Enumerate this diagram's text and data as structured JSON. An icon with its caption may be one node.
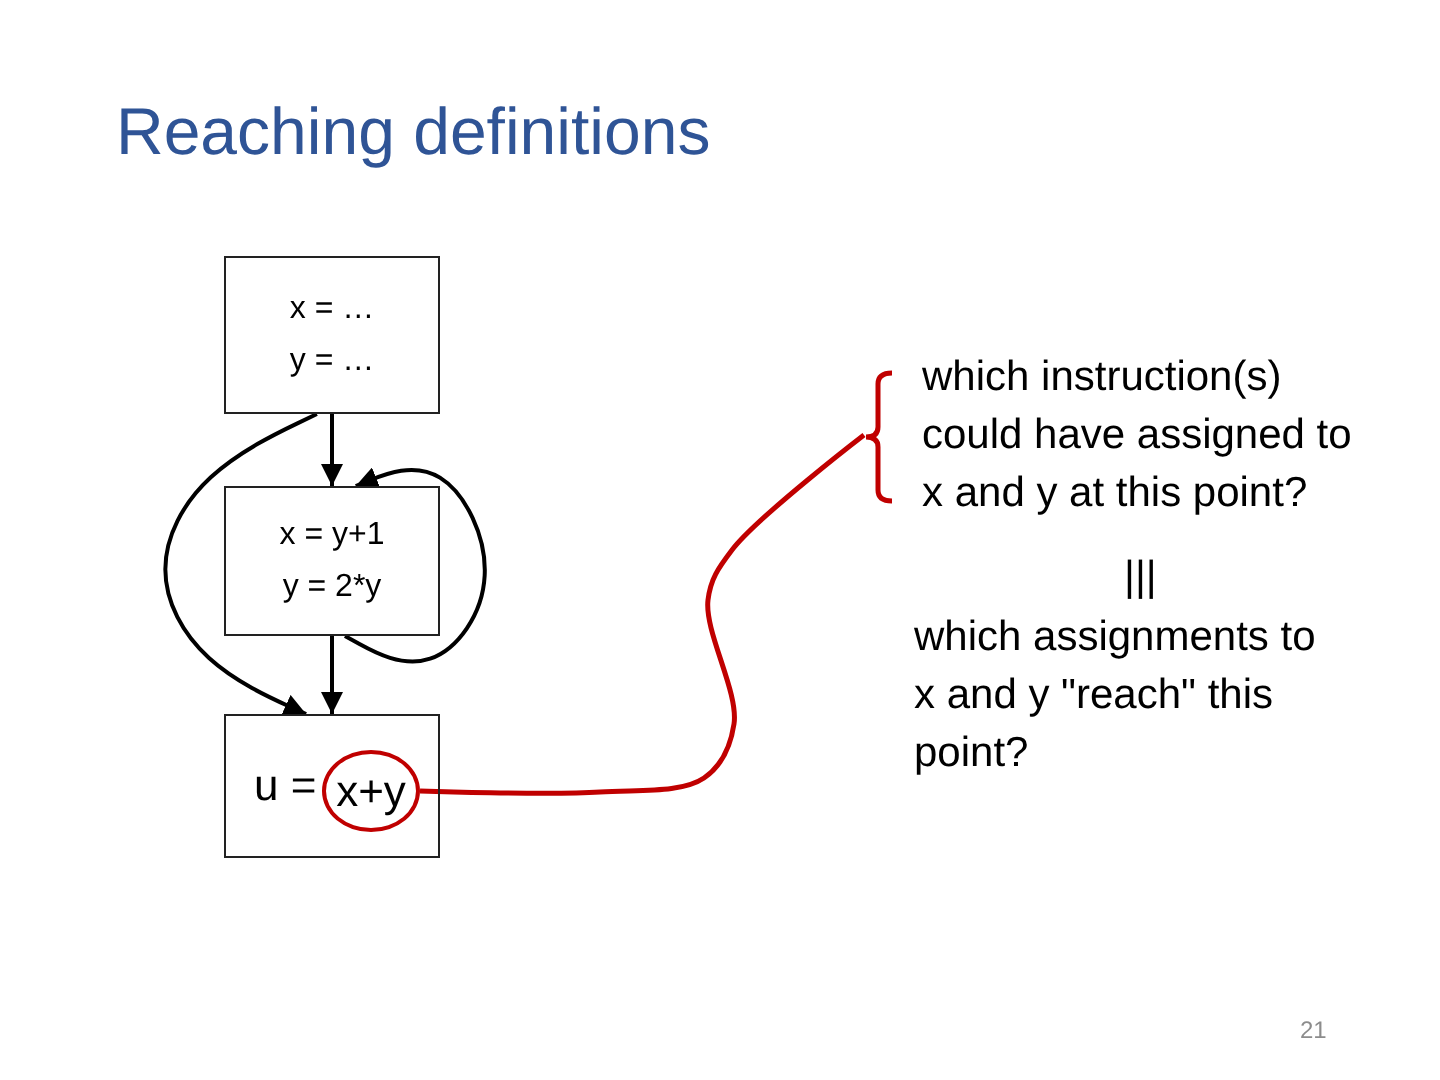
{
  "diagram": {
    "title": "Reaching definitions",
    "nodes": [
      {
        "text": [
          "x = …",
          "y = …"
        ]
      },
      {
        "text": [
          "x = y+1",
          "y = 2*y"
        ]
      },
      {
        "text": [
          "u ="
        ]
      },
      {
        "text": [
          "x+y"
        ],
        "in": 2
      },
      {
        "text": [
          "which instruction(s) could have assigned to x and y at this point?"
        ]
      }
    ],
    "edges": [
      {
        "from": 0,
        "to": 1,
        "arrow": "to"
      },
      {
        "from": 0,
        "to": 2,
        "arrow": "to"
      },
      {
        "from": 1,
        "to": 1,
        "arrow": "to"
      },
      {
        "from": 1,
        "to": 2,
        "arrow": "to"
      },
      {
        "from": 3,
        "to": 4,
        "arrow": "none",
        "color": "#c00000"
      }
    ],
    "labels": [
      "|||",
      "which assignments to x and y \"reach\" this point?",
      "21"
    ]
  }
}
